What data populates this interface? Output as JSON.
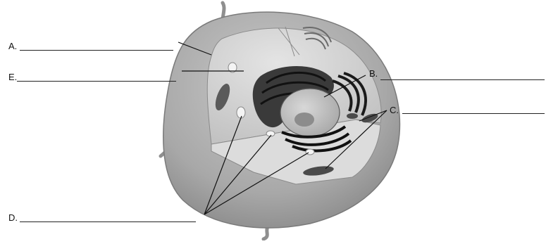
{
  "labels": {
    "a": "A.",
    "b": "B.",
    "c": "C.",
    "d": "D.",
    "e": "E."
  }
}
